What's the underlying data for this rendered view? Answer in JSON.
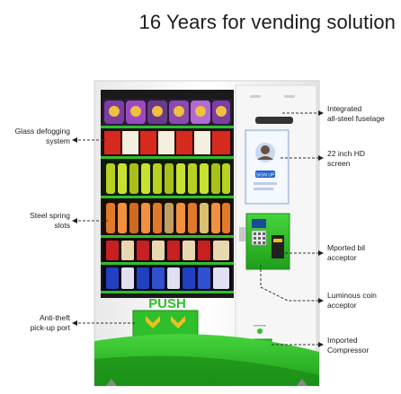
{
  "headline": "16 Years for vending solution",
  "machine": {
    "push_label": "PUSH",
    "screen_badge": "SIGN UP"
  },
  "callouts_left": [
    {
      "line1": "Glass defogging",
      "line2": "system"
    },
    {
      "line1": "Steel spring",
      "line2": "slots"
    },
    {
      "line1": "Anti-theft",
      "line2": "pick-up port"
    }
  ],
  "callouts_right": [
    {
      "line1": "Integrated",
      "line2": "all-steel fuselage"
    },
    {
      "line1": "22 inch HD",
      "line2": "screen"
    },
    {
      "line1": "Mported bil",
      "line2": "acceptor"
    },
    {
      "line1": "Luminous coin",
      "line2": "acceptor"
    },
    {
      "line1": "Imported",
      "line2": "Compressor"
    }
  ],
  "colors": {
    "accent_green": "#2fbf2a",
    "glass_dark": "#1a1a1a",
    "cabinet_white": "#f4f4f4"
  }
}
